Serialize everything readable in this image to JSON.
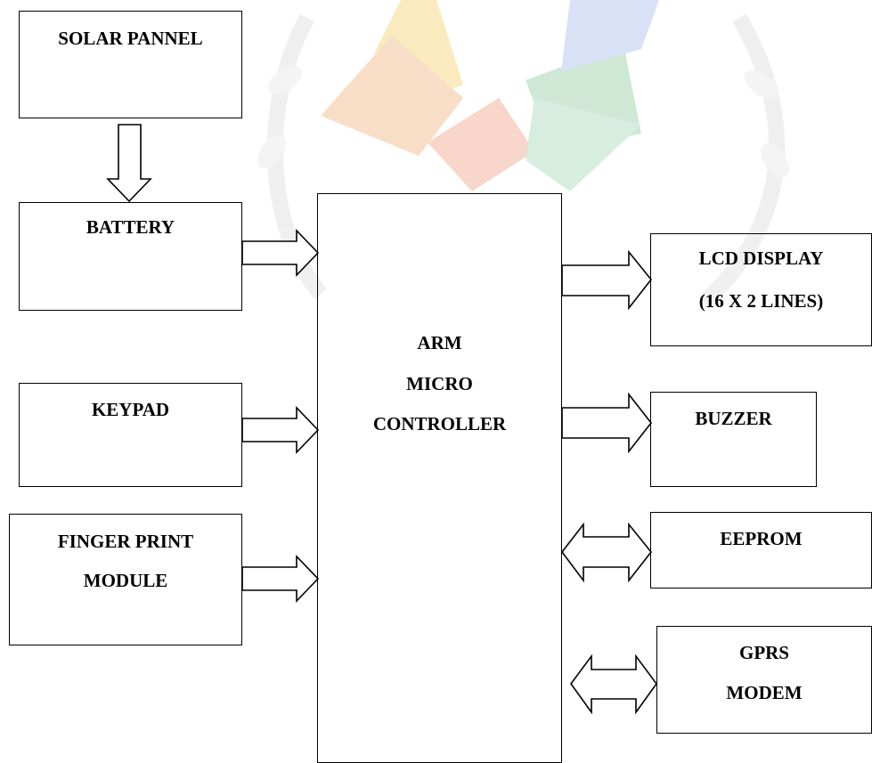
{
  "diagram": {
    "blocks": {
      "solar_panel": {
        "label": "SOLAR PANNEL"
      },
      "battery": {
        "label": "BATTERY"
      },
      "keypad": {
        "label": "KEYPAD"
      },
      "fingerprint": {
        "line1": "FINGER PRINT",
        "line2": "MODULE"
      },
      "arm": {
        "line1": "ARM",
        "line2": "MICRO",
        "line3": "CONTROLLER"
      },
      "lcd": {
        "line1": "LCD DISPLAY",
        "line2": "(16 X 2 LINES)"
      },
      "buzzer": {
        "label": "BUZZER"
      },
      "eeprom": {
        "label": "EEPROM"
      },
      "gprs": {
        "line1": "GPRS",
        "line2": "MODEM"
      }
    }
  },
  "watermark": {
    "colors": [
      "#f6d98a",
      "#f4b6a0",
      "#a9d6b4",
      "#b9c9ef",
      "#e6e6e6"
    ]
  }
}
